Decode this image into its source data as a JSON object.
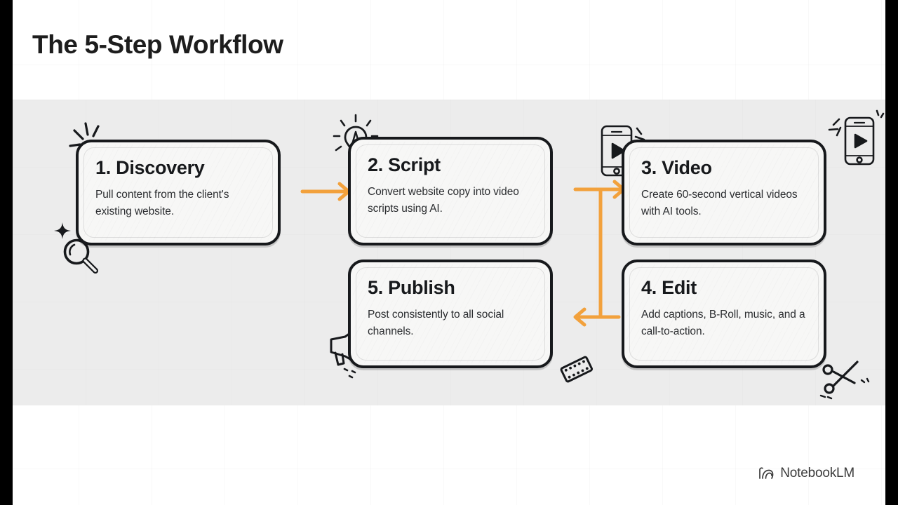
{
  "slide": {
    "title": "The 5-Step Workflow",
    "accent_color": "#F2A13C",
    "ink_color": "#17191C",
    "panel_color": "#ECECEC",
    "card_color": "#F7F7F6"
  },
  "steps": [
    {
      "id": "discovery",
      "title": "1. Discovery",
      "desc": "Pull content from the client's existing website."
    },
    {
      "id": "script",
      "title": "2. Script",
      "desc": "Convert website copy into video scripts using AI."
    },
    {
      "id": "video",
      "title": "3. Video",
      "desc": "Create 60-second vertical videos with AI tools."
    },
    {
      "id": "edit",
      "title": "4. Edit",
      "desc": "Add captions, B-Roll, music, and a call-to-action."
    },
    {
      "id": "publish",
      "title": "5. Publish",
      "desc": "Post consistently to all social channels."
    }
  ],
  "doodles": [
    {
      "name": "sparkle-lines-icon",
      "near": "discovery"
    },
    {
      "name": "magnifier-icon",
      "near": "discovery"
    },
    {
      "name": "sparkle-icon",
      "near": "discovery"
    },
    {
      "name": "lightbulb-icon",
      "near": "script"
    },
    {
      "name": "phone-play-icon",
      "near": "video"
    },
    {
      "name": "phone-play-icon",
      "near": "video-corner"
    },
    {
      "name": "megaphone-icon",
      "near": "publish"
    },
    {
      "name": "film-strip-icon",
      "near": "publish"
    },
    {
      "name": "scissors-icon",
      "near": "edit"
    }
  ],
  "connectors": [
    {
      "name": "arrow-discovery-to-script",
      "direction": "right"
    },
    {
      "name": "arrow-script-to-video",
      "direction": "right"
    },
    {
      "name": "arrow-edit-to-publish",
      "direction": "left"
    }
  ],
  "brand": {
    "name": "NotebookLM",
    "logo_icon": "notebooklm-spiral-icon"
  }
}
